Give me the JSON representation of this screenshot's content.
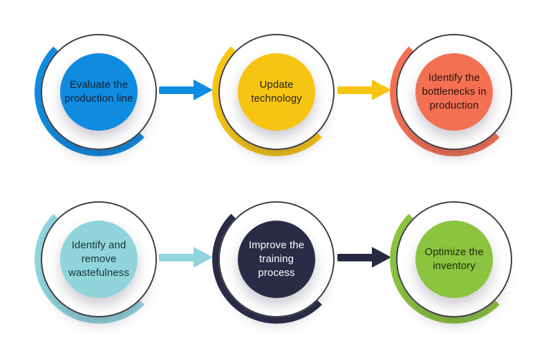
{
  "diagram": {
    "ring_color": "#3f3f46",
    "background": "#ffffff",
    "nodes": [
      {
        "label": "Evaluate the production line",
        "color": "#0f8be0",
        "text_color": "#14232e"
      },
      {
        "label": "Update technology",
        "color": "#f6c513",
        "text_color": "#2a2312"
      },
      {
        "label": "Identify the bottlenecks in production",
        "color": "#f37053",
        "text_color": "#2b150e"
      },
      {
        "label": "Identify and remove wastefulness",
        "color": "#90d4dc",
        "text_color": "#17333a"
      },
      {
        "label": "Improve the training process",
        "color": "#2a2b47",
        "text_color": "#ffffff"
      },
      {
        "label": "Optimize the inventory",
        "color": "#8bc43e",
        "text_color": "#1d2a10"
      }
    ],
    "arrows": [
      {
        "from": "step-1",
        "to": "step-2",
        "color": "#0f8be0"
      },
      {
        "from": "step-2",
        "to": "step-3",
        "color": "#f6c513"
      },
      {
        "from": "step-4",
        "to": "step-5",
        "color": "#90d4dc"
      },
      {
        "from": "step-5",
        "to": "step-6",
        "color": "#272943"
      }
    ]
  }
}
